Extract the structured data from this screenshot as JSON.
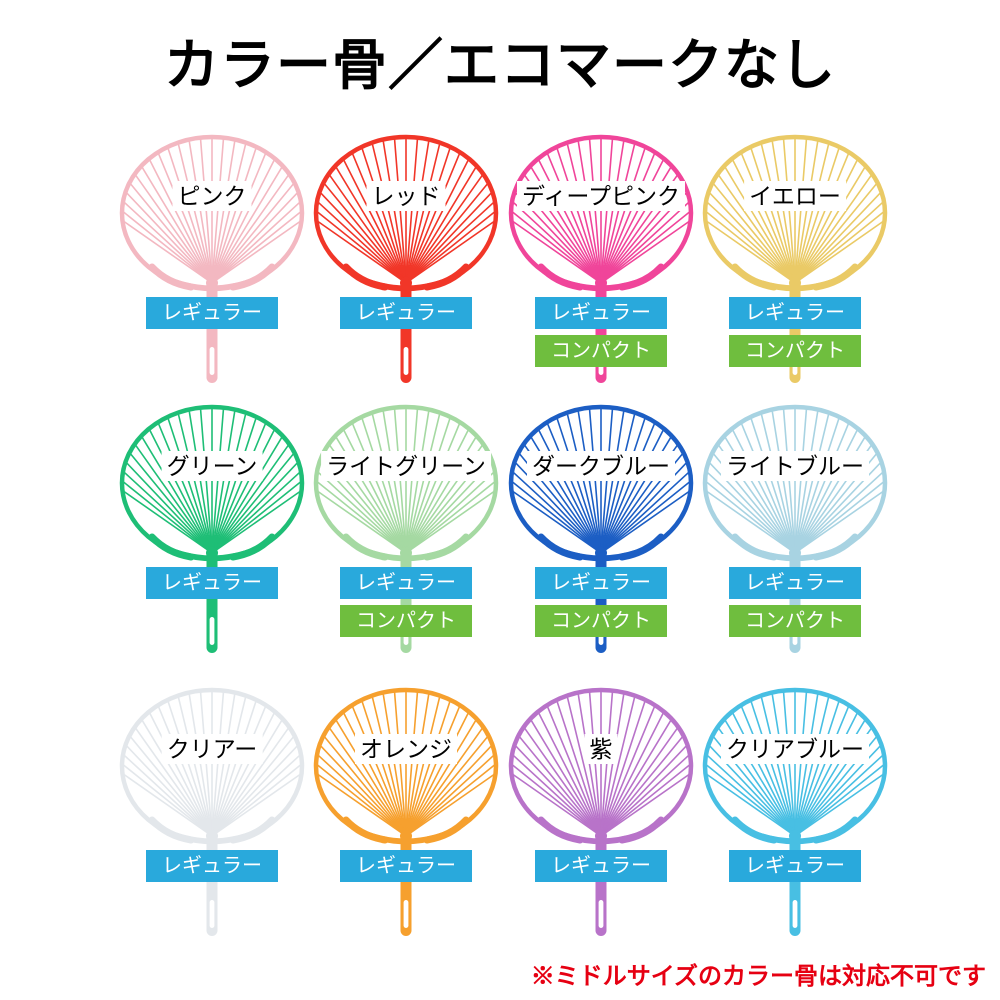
{
  "title": "カラー骨／エコマークなし",
  "note": "※ミドルサイズのカラー骨は対応不可です",
  "note_color": "#E60012",
  "badges": {
    "regular": "レギュラー",
    "compact": "コンパクト"
  },
  "badge_colors": {
    "regular_bg": "#29A9DC",
    "compact_bg": "#6FBE3E",
    "text": "#FFFFFF"
  },
  "fans": [
    {
      "label": "ピンク",
      "color": "#F3B8C1",
      "sizes": [
        "regular"
      ]
    },
    {
      "label": "レッド",
      "color": "#F13628",
      "sizes": [
        "regular"
      ]
    },
    {
      "label": "ディープピンク",
      "color": "#F0459A",
      "sizes": [
        "regular",
        "compact"
      ]
    },
    {
      "label": "イエロー",
      "color": "#EACA66",
      "sizes": [
        "regular",
        "compact"
      ]
    },
    {
      "label": "グリーン",
      "color": "#1EBE76",
      "sizes": [
        "regular"
      ]
    },
    {
      "label": "ライトグリーン",
      "color": "#A5D9A2",
      "sizes": [
        "regular",
        "compact"
      ]
    },
    {
      "label": "ダークブルー",
      "color": "#1C5EC4",
      "sizes": [
        "regular",
        "compact"
      ]
    },
    {
      "label": "ライトブルー",
      "color": "#A8D3E2",
      "sizes": [
        "regular",
        "compact"
      ]
    },
    {
      "label": "クリアー",
      "color": "#E3E7EB",
      "sizes": [
        "regular"
      ]
    },
    {
      "label": "オレンジ",
      "color": "#F6A02E",
      "sizes": [
        "regular"
      ]
    },
    {
      "label": "紫",
      "color": "#B873C9",
      "sizes": [
        "regular"
      ]
    },
    {
      "label": "クリアブルー",
      "color": "#48BFE3",
      "sizes": [
        "regular"
      ]
    }
  ]
}
